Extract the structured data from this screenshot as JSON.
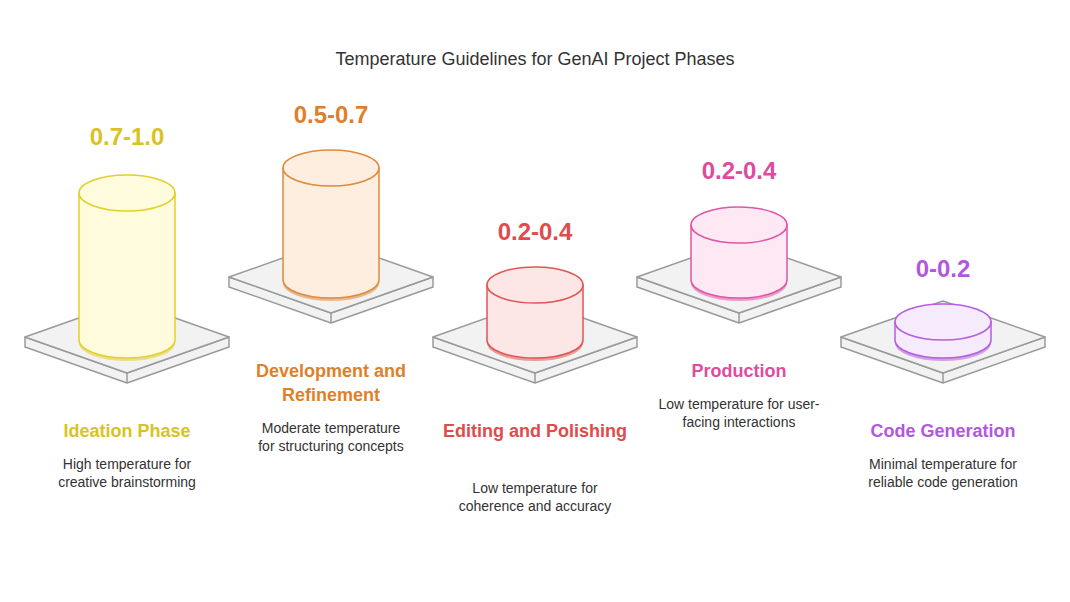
{
  "diagram": {
    "title": "Temperature Guidelines for GenAI Project Phases",
    "nodes": [
      {
        "text": [
          "0.7-1.0",
          "Ideation Phase",
          "High temperature for creative brainstorming"
        ]
      },
      {
        "text": [
          "0.5-0.7",
          "Development and Refinement",
          "Moderate temperature for structuring concepts"
        ]
      },
      {
        "text": [
          "0.2-0.4",
          "Editing and Polishing",
          "Low temperature for coherence and accuracy"
        ]
      },
      {
        "text": [
          "0.2-0.4",
          "Production",
          "Low temperature for user-facing interactions"
        ]
      },
      {
        "text": [
          "0-0.2",
          "Code Generation",
          "Minimal temperature for reliable code generation"
        ]
      }
    ]
  }
}
